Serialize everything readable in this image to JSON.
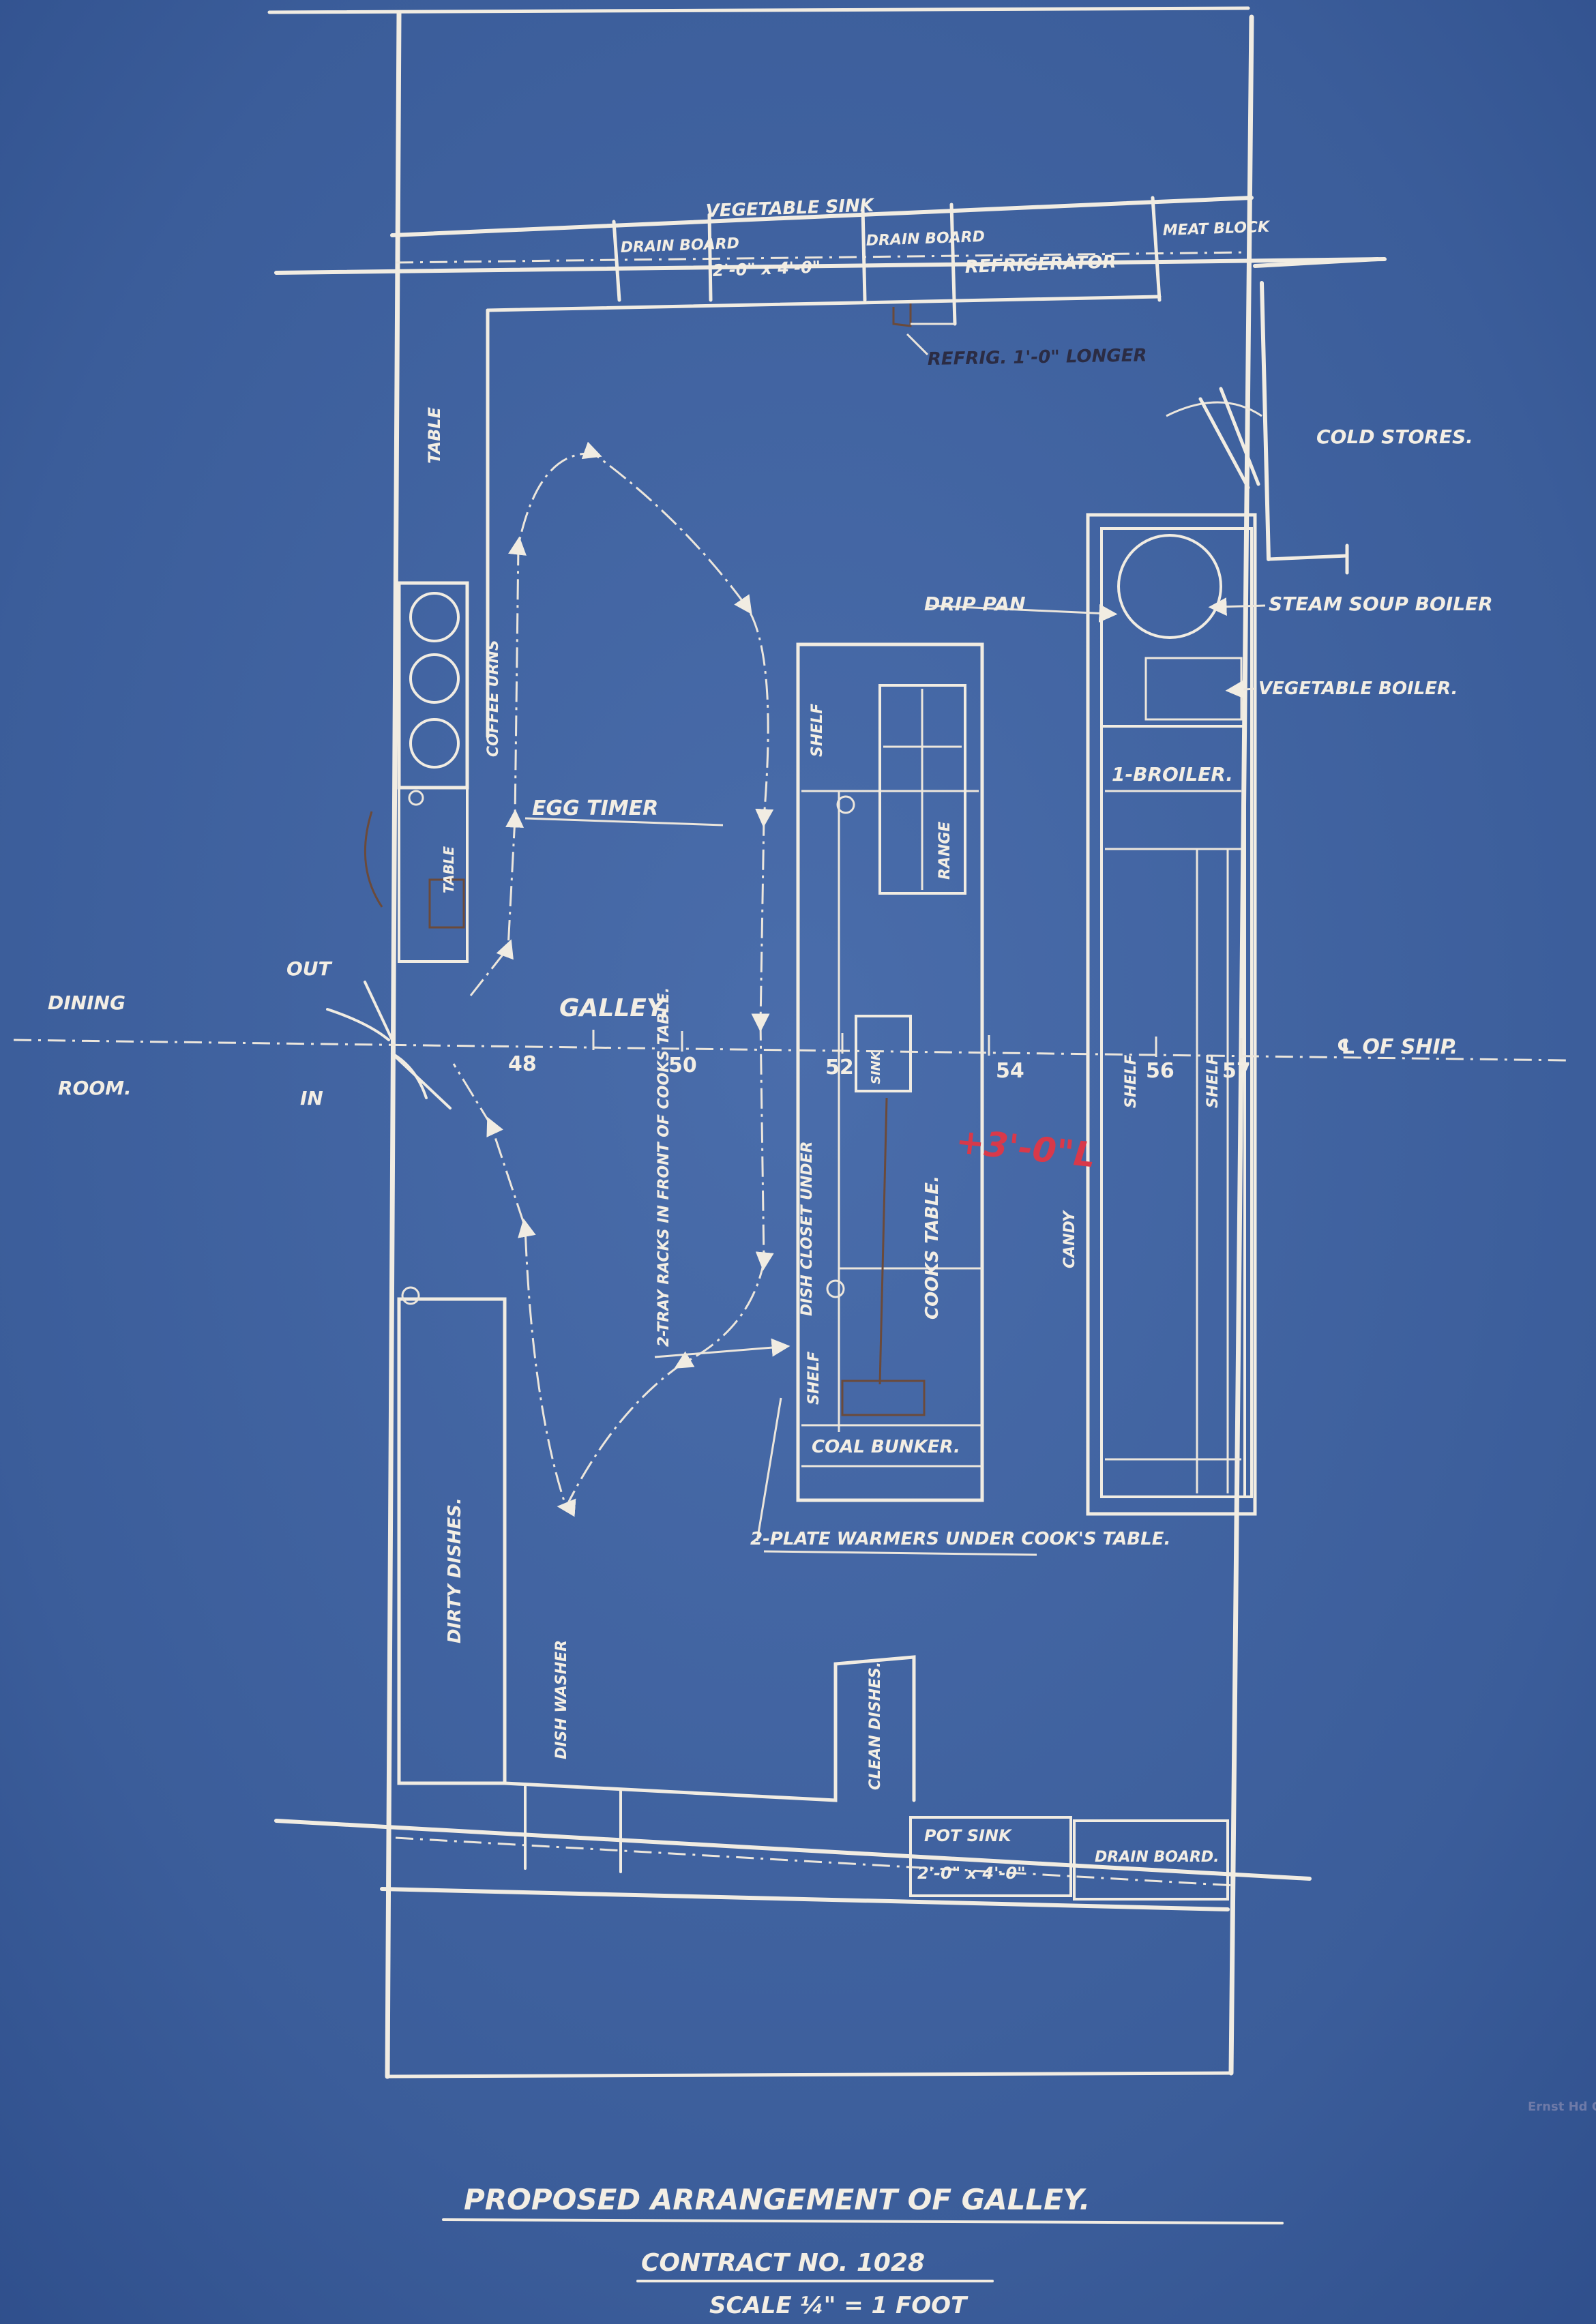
{
  "drawing": {
    "title": "PROPOSED ARRANGEMENT OF GALLEY.",
    "contract": "CONTRACT NO. 1028",
    "scale": "SCALE ¼\" = 1 FOOT"
  },
  "labels": {
    "drain_board_top_left": "DRAIN BOARD",
    "vegetable_sink": "VEGETABLE SINK",
    "sink_size": "2'-0\" x 4'-0\"",
    "drain_board_top_right": "DRAIN BOARD",
    "refrigerator": "REFRIGERATOR",
    "meat_block": "MEAT BLOCK",
    "refrig_note": "REFRIG. 1'-0\" LONGER",
    "cold_stores": "COLD STORES.",
    "table_top": "TABLE",
    "coffee_urns": "COFFEE URNS",
    "egg_timer": "EGG TIMER",
    "table_small": "TABLE",
    "drip_pan": "DRIP PAN",
    "steam_soup_boiler": "STEAM SOUP BOILER",
    "vegetable_boiler": "VEGETABLE BOILER.",
    "shelf_upper": "SHELF",
    "one_broiler": "1-BROILER.",
    "range": "RANGE",
    "out": "OUT",
    "dining": "DINING",
    "room": "ROOM.",
    "in": "IN",
    "galley": "GALLEY.",
    "frame_48": "48",
    "frame_50": "50",
    "frame_52": "52",
    "frame_54": "54",
    "frame_56": "56",
    "frame_57": "57",
    "centerline": "℄ OF SHIP.",
    "red_note": "+3'-0\"L",
    "trays_note": "2-TRAY RACKS IN FRONT OF COOKS TABLE.",
    "dish_closet": "DISH CLOSET UNDER",
    "cooks_table": "COOKS TABLE.",
    "sink_small": "SINK",
    "shelf_mid": "SHELF",
    "shelf_low": "SHELF",
    "shelf_right": "SHELF",
    "candy": "CANDY",
    "coal_bunker": "COAL BUNKER.",
    "plate_warmers": "2-PLATE WARMERS UNDER COOK'S TABLE.",
    "dirty_dishes": "DIRTY DISHES.",
    "dish_washer": "DISH WASHER",
    "clean_dishes": "CLEAN DISHES.",
    "pot_sink": "POT SINK",
    "pot_sink_size": "2'-0\" x 4'-0\"",
    "drain_board_bottom": "DRAIN BOARD.",
    "corner_stamp": "Ernst Hd Chis Railro"
  }
}
